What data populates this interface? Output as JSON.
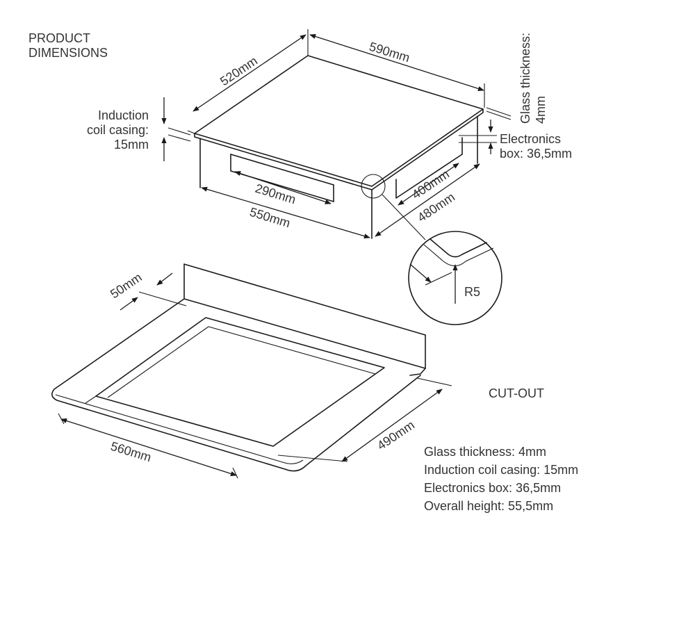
{
  "headings": {
    "product_line1": "PRODUCT",
    "product_line2": "DIMENSIONS",
    "cutout": "CUT-OUT"
  },
  "product": {
    "depth": "520mm",
    "width": "590mm",
    "glass_thickness_line1": "Glass thickness:",
    "glass_thickness_line2": "4mm",
    "coil_line1": "Induction",
    "coil_line2": "coil casing:",
    "coil_line3": "15mm",
    "electronics_line1": "Electronics",
    "electronics_line2": "box: 36,5mm",
    "inner_width": "290mm",
    "base_width": "550mm",
    "inner_depth": "400mm",
    "base_depth": "480mm",
    "radius": "R5"
  },
  "cutout": {
    "edge_gap": "50mm",
    "width": "560mm",
    "depth": "490mm"
  },
  "specs": [
    "Glass thickness: 4mm",
    "Induction coil casing: 15mm",
    "Electronics box: 36,5mm",
    "Overall height: 55,5mm"
  ]
}
